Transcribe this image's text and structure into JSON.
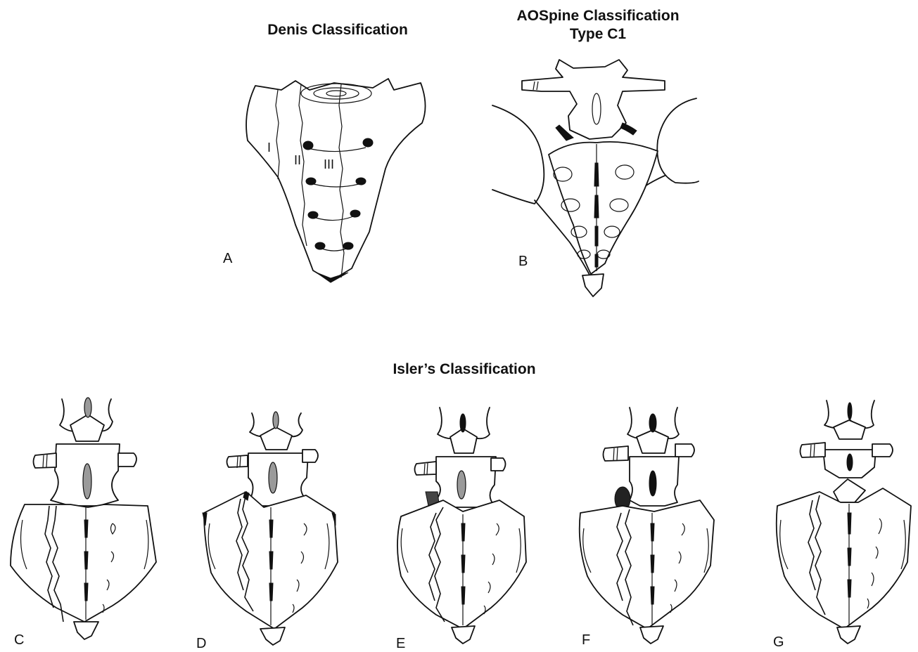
{
  "titles": {
    "denis": "Denis Classification",
    "aospine_line1": "AOSpine Classification",
    "aospine_line2": "Type C1",
    "isler": "Isler’s Classification"
  },
  "zones": {
    "zone1": "I",
    "zone2": "II",
    "zone3": "III"
  },
  "panels": {
    "a": "A",
    "b": "B",
    "c": "C",
    "d": "D",
    "e": "E",
    "f": "F",
    "g": "G"
  }
}
